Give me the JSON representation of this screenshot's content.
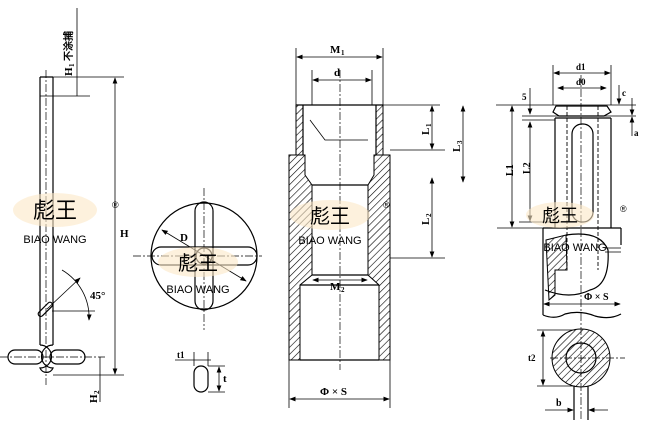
{
  "watermark": {
    "logo_text": "彪王",
    "brand": "BIAO WANG",
    "registered": "®",
    "color": "#f5dcae",
    "brand_color": "#c9d6ea"
  },
  "figure_rod": {
    "h1_label": "H",
    "h1_sub": "1",
    "h1_note": "不涂捕",
    "h_label": "H",
    "h2_label": "H",
    "h2_sub": "2",
    "angle_label": "45°"
  },
  "figure_section": {
    "d_label": "D",
    "t1_label": "t1",
    "t_label": "t"
  },
  "figure_tube": {
    "m1_label": "M",
    "m1_sub": "1",
    "d_label": "d",
    "l1_label": "L",
    "l1_sub": "1",
    "l3_label": "L",
    "l3_sub": "3",
    "l2_label": "L",
    "l2_sub": "2",
    "m2_label": "M",
    "m2_sub": "2",
    "phi_s_label": "Φ × S"
  },
  "figure_sleeve": {
    "d1_label": "d1",
    "d0_label": "d0",
    "c_label": "c",
    "a_label": "a",
    "five_label": "5",
    "l1_label": "L1",
    "l2_label": "L2",
    "phi_s_label": "Φ × S",
    "t2_label": "t2",
    "b_label": "b"
  }
}
